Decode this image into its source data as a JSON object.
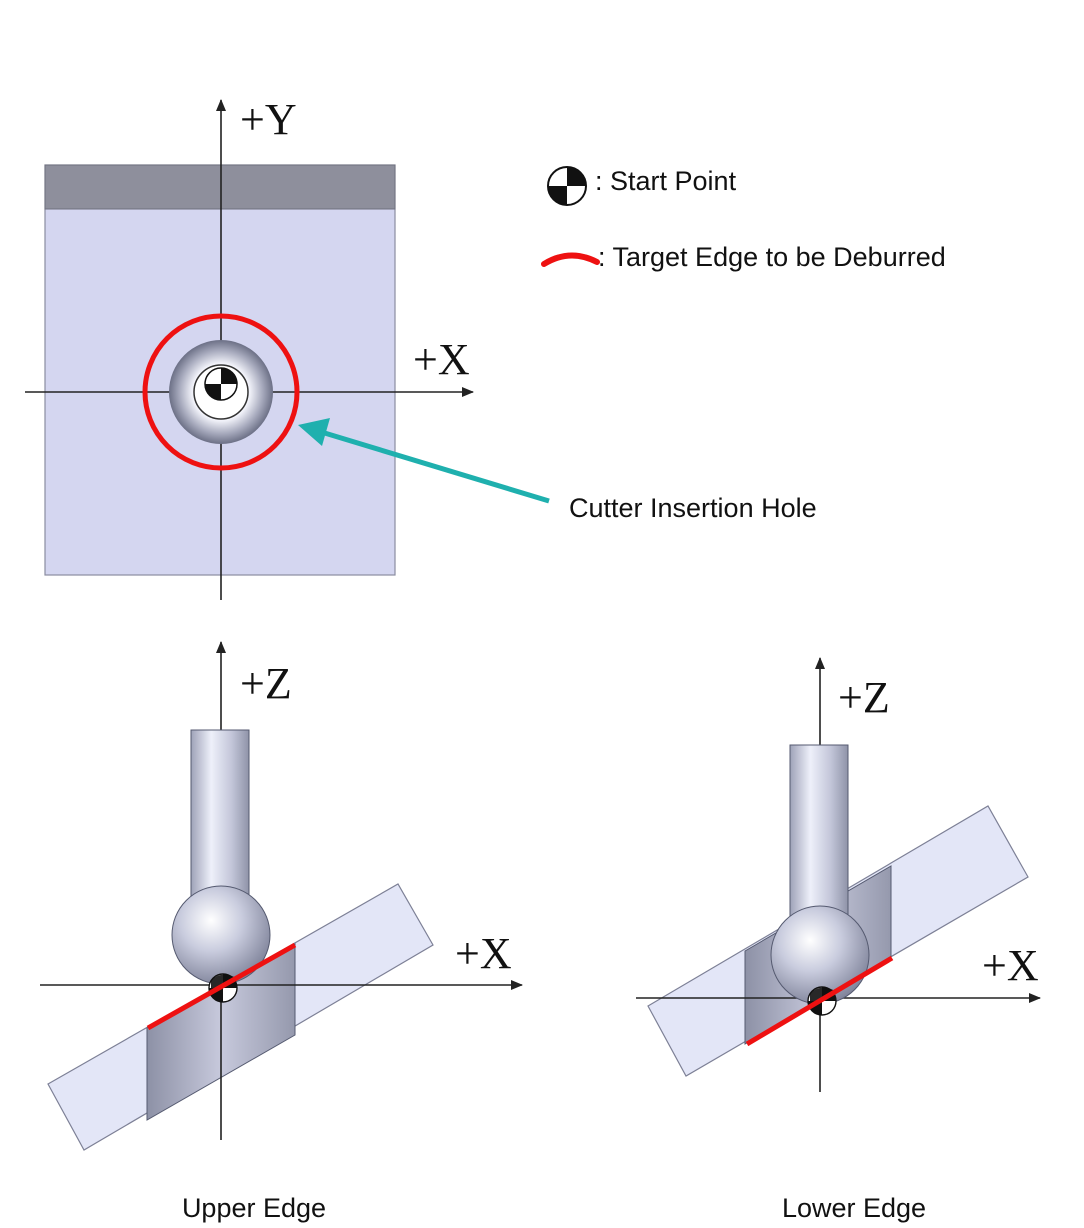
{
  "top_view": {
    "axis_y_label": "+Y",
    "axis_x_label": "+X",
    "callout_label": "Cutter Insertion Hole"
  },
  "legend": {
    "start_point_label": ": Start Point",
    "target_edge_label": ": Target Edge to be Deburred"
  },
  "upper_view": {
    "axis_z_label": "+Z",
    "axis_x_label": "+X",
    "caption": "Upper Edge"
  },
  "lower_view": {
    "axis_z_label": "+Z",
    "axis_x_label": "+X",
    "caption": "Lower Edge"
  },
  "colors": {
    "plate": "#d4d6f0",
    "plate_top_band": "#8e8f9c",
    "target_edge": "#ee1111",
    "callout_arrow": "#1fb0ae",
    "tool_body": "#c3c6d9"
  }
}
